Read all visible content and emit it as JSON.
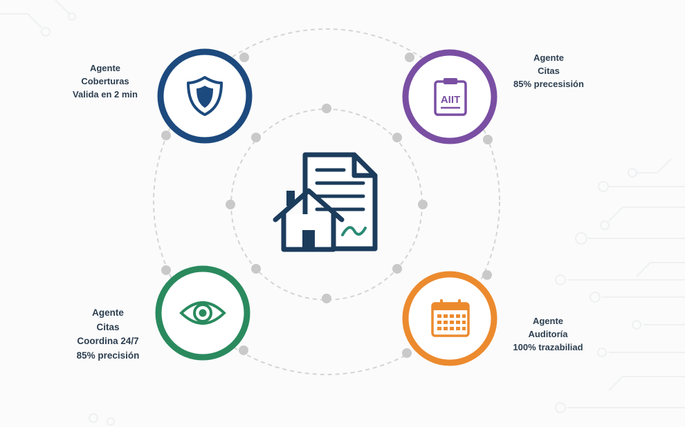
{
  "agents": [
    {
      "id": "coberturas",
      "icon": "shield-icon",
      "color": "#1d4a7e",
      "lines": [
        "Agente",
        "Coberturas",
        "Valida en 2 min"
      ]
    },
    {
      "id": "citas-top",
      "icon": "clipboard-icon",
      "color": "#7a4fa3",
      "icon_text": "AIIT",
      "lines": [
        "Agente",
        "Citas",
        "85% precesisión"
      ]
    },
    {
      "id": "citas-bottom",
      "icon": "eye-icon",
      "color": "#2a8a5e",
      "lines": [
        "Agente",
        "Citas",
        "Coordina 24/7",
        "85% precisión"
      ]
    },
    {
      "id": "auditoria",
      "icon": "calendar-icon",
      "color": "#ec8a2e",
      "lines": [
        "Agente",
        "Auditoría",
        "100% trazabiliad"
      ]
    }
  ],
  "center": {
    "icon": "house-document-icon",
    "color": "#1c3c5c"
  }
}
